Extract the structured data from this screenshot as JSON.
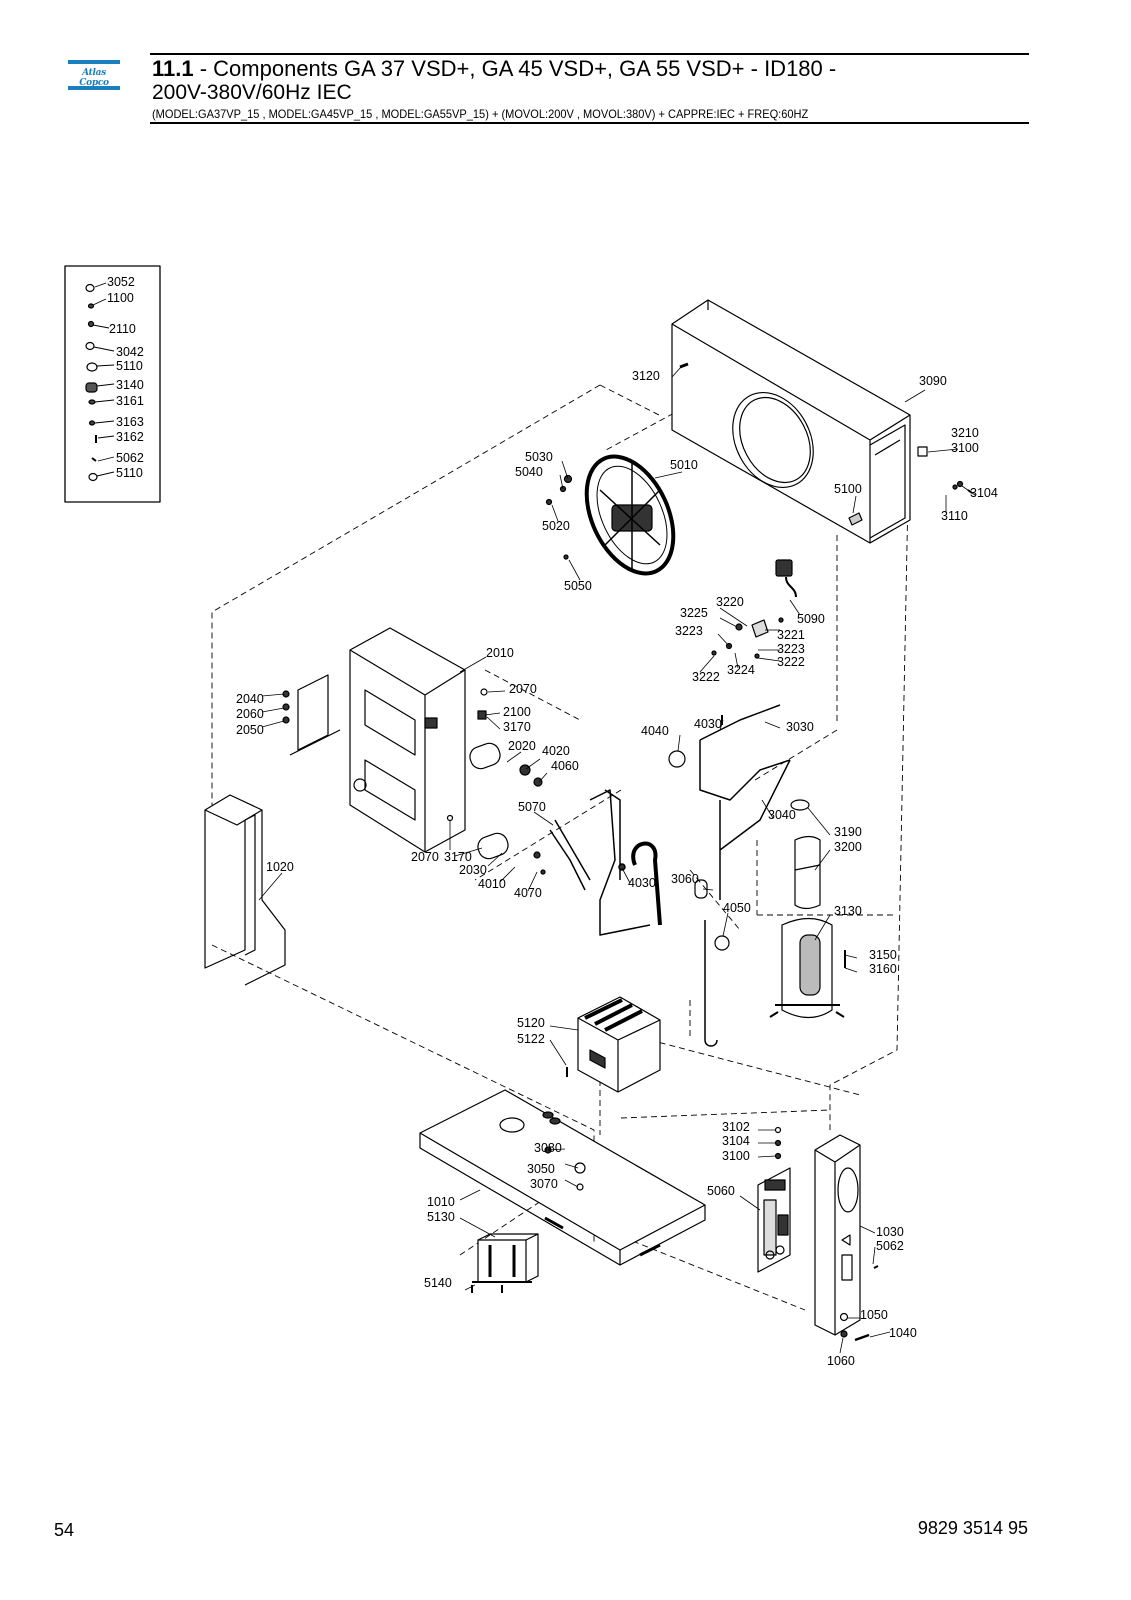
{
  "header": {
    "logo_text": "Atlas Copco",
    "section_number": "11.1",
    "title_rest": " - Components GA 37 VSD+, GA 45 VSD+, GA 55 VSD+ - ID180 -",
    "subtitle": "200V-380V/60Hz IEC",
    "model_line": "(MODEL:GA37VP_15 , MODEL:GA45VP_15 , MODEL:GA55VP_15) + (MOVOL:200V , MOVOL:380V) + CAPPRE:IEC + FREQ:60HZ"
  },
  "legend_box": {
    "items": [
      "3052",
      "1100",
      "2110",
      "3042",
      "5110",
      "3140",
      "3161",
      "3163",
      "3162",
      "5062",
      "5110"
    ]
  },
  "callouts": {
    "c3120": "3120",
    "c3090": "3090",
    "c3210": "3210",
    "c3100a": "3100",
    "c3104a": "3104",
    "c3110": "3110",
    "c5030": "5030",
    "c5040": "5040",
    "c5010": "5010",
    "c5100": "5100",
    "c5020": "5020",
    "c5050": "5050",
    "c5090": "5090",
    "c3220": "3220",
    "c3225": "3225",
    "c3223a": "3223",
    "c3221": "3221",
    "c3223b": "3223",
    "c3222a": "3222",
    "c3222b": "3222",
    "c3224": "3224",
    "c2010": "2010",
    "c2040": "2040",
    "c2060": "2060",
    "c2050": "2050",
    "c2070a": "2070",
    "c2100": "2100",
    "c3170a": "3170",
    "c2020": "2020",
    "c4020": "4020",
    "c4060": "4060",
    "c4040": "4040",
    "c4030a": "4030",
    "c3030": "3030",
    "c5070": "5070",
    "c3040": "3040",
    "c2070b": "2070",
    "c3170b": "3170",
    "c2030": "2030",
    "c4010": "4010",
    "c4070": "4070",
    "c4030b": "4030",
    "c3060": "3060",
    "c4050": "4050",
    "c3190": "3190",
    "c3200": "3200",
    "c3130": "3130",
    "c3150": "3150",
    "c3160": "3160",
    "c1020": "1020",
    "c5120": "5120",
    "c5122": "5122",
    "c3102": "3102",
    "c3104b": "3104",
    "c3100b": "3100",
    "c3080": "3080",
    "c3050": "3050",
    "c3070": "3070",
    "c1010": "1010",
    "c5130": "5130",
    "c5060": "5060",
    "c1030": "1030",
    "c5062": "5062",
    "c5140": "5140",
    "c1050": "1050",
    "c1040": "1040",
    "c1060": "1060"
  },
  "footer": {
    "page_number": "54",
    "document_number": "9829 3514 95"
  }
}
